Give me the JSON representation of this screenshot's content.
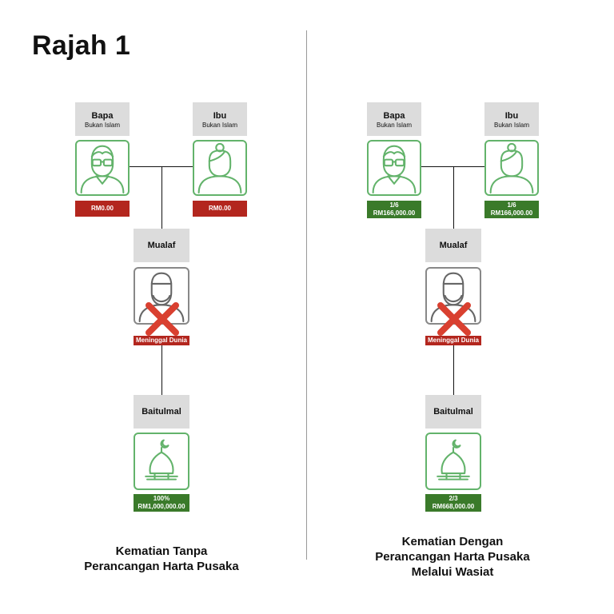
{
  "page_title": "Rajah 1",
  "colors": {
    "green_tag": "#3a7a2a",
    "red_tag": "#b3261e",
    "avatar_border": "#63b36b",
    "label_bg": "#dcdcdc"
  },
  "left": {
    "father": {
      "label": "Bapa",
      "sub": "Bukan Islam",
      "tag_line1": "RM0.00"
    },
    "mother": {
      "label": "Ibu",
      "sub": "Bukan Islam",
      "tag_line1": "RM0.00"
    },
    "convert": {
      "label": "Mualaf",
      "status": "Meninggal Dunia"
    },
    "baitulmal": {
      "label": "Baitulmal",
      "tag_line1": "100%",
      "tag_line2": "RM1,000,000.00"
    },
    "caption_line1": "Kematian Tanpa",
    "caption_line2": "Perancangan Harta Pusaka"
  },
  "right": {
    "father": {
      "label": "Bapa",
      "sub": "Bukan Islam",
      "tag_line1": "1/6",
      "tag_line2": "RM166,000.00"
    },
    "mother": {
      "label": "Ibu",
      "sub": "Bukan Islam",
      "tag_line1": "1/6",
      "tag_line2": "RM166,000.00"
    },
    "convert": {
      "label": "Mualaf",
      "status": "Meninggal Dunia"
    },
    "baitulmal": {
      "label": "Baitulmal",
      "tag_line1": "2/3",
      "tag_line2": "RM668,000.00"
    },
    "caption_line1": "Kematian Dengan",
    "caption_line2": "Perancangan Harta Pusaka",
    "caption_line3": "Melalui Wasiat"
  }
}
